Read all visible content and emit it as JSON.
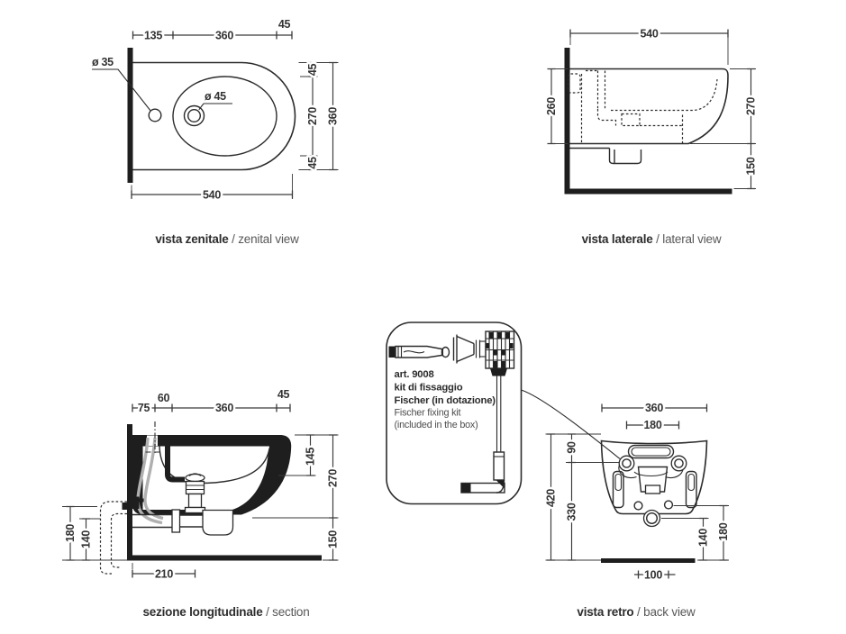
{
  "colors": {
    "line": "#2b2b2b",
    "dim_text": "#333333",
    "caption_bold": "#2d2d2d",
    "caption_light": "#585858",
    "pipe_gray": "#b0b0b0",
    "background": "#ffffff"
  },
  "zenital": {
    "caption": {
      "bold": "vista zenitale",
      "sep": " / ",
      "light": "zenital view"
    },
    "dims": {
      "top_135": "135",
      "top_360": "360",
      "top_45": "45",
      "hole_dia": "ø 35",
      "drain_dia": "ø 45",
      "right_45_top": "45",
      "right_270": "270",
      "right_45_bottom": "45",
      "right_360": "360",
      "bottom_540": "540"
    }
  },
  "laterale": {
    "caption": {
      "bold": "vista laterale",
      "sep": " / ",
      "light": "lateral view"
    },
    "dims": {
      "top_540": "540",
      "left_260": "260",
      "right_270": "270",
      "right_150": "150"
    }
  },
  "sezione": {
    "caption": {
      "bold": "sezione longitudinale",
      "sep": " / ",
      "light": "section"
    },
    "dims": {
      "top_75": "75",
      "top_60": "60",
      "top_360": "360",
      "top_45": "45",
      "right_145": "145",
      "right_270": "270",
      "right_150": "150",
      "left_180": "180",
      "left_140": "140",
      "bottom_210": "210"
    }
  },
  "retro": {
    "caption": {
      "bold": "vista retro",
      "sep": " / ",
      "light": "back view"
    },
    "dims": {
      "top_360": "360",
      "top_180": "180",
      "left_420": "420",
      "left_90": "90",
      "left_330": "330",
      "right_140": "140",
      "right_180": "180",
      "bottom_100": "100"
    }
  },
  "kit": {
    "art": "art. 9008",
    "line2": "kit di fissaggio",
    "line3": "Fischer (in dotazione)",
    "line4": "Fischer fixing kit",
    "line5": "(included in the box)"
  }
}
